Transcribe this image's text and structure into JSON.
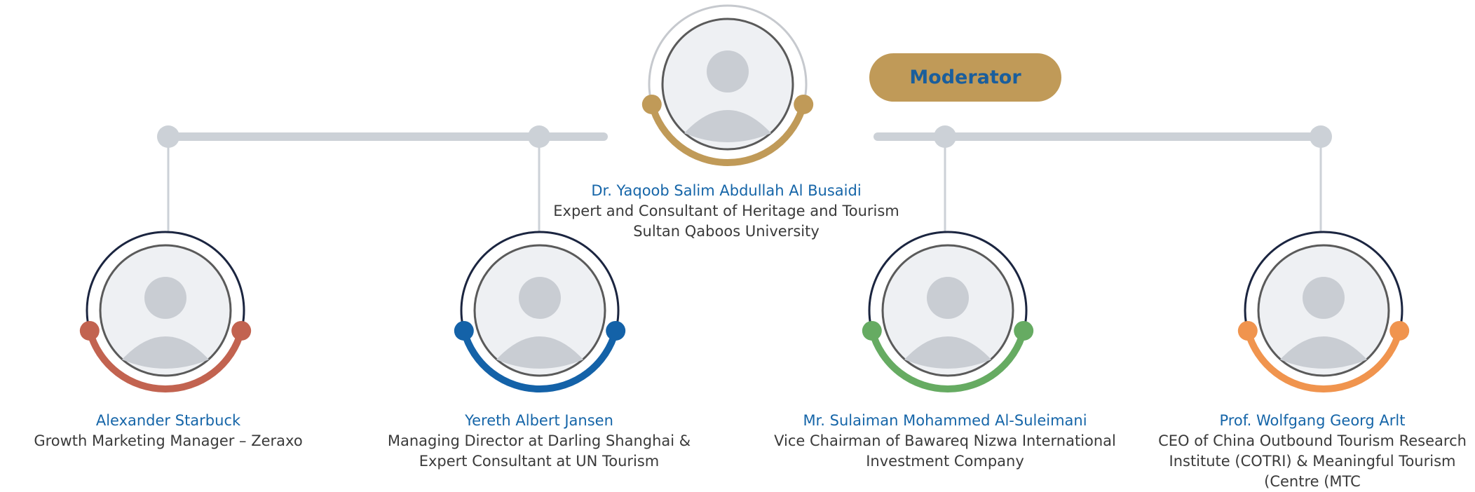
{
  "moderator_label": "Moderator",
  "colors": {
    "connector": "#ccd1d7",
    "ring_outer": "#1b2540",
    "ring_inner": "#5a5a5a",
    "gold": "#c09a58",
    "red": "#c26350",
    "blue": "#1462a8",
    "green": "#66ab62",
    "orange": "#f0944e",
    "name_text": "#1565a8",
    "role_text": "#3a3a3a"
  },
  "moderator": {
    "name": "Dr. Yaqoob Salim Abdullah Al Busaidi",
    "role": "Expert and Consultant of Heritage and Tourism Sultan Qaboos University",
    "accent": "gold",
    "portrait": "man-turban-beard-portrait"
  },
  "panelists": [
    {
      "name": "Alexander Starbuck",
      "role": "Growth Marketing Manager – Zeraxo",
      "accent": "red",
      "portrait": "man-glasses-beard-portrait"
    },
    {
      "name": "Yereth Albert Jansen",
      "role": "Managing Director at Darling Shanghai & Expert Consultant at UN Tourism",
      "accent": "blue",
      "portrait": "man-suit-portrait"
    },
    {
      "name": "Mr. Sulaiman Mohammed Al-Suleimani",
      "role": "Vice Chairman of Bawareq Nizwa International Investment Company",
      "accent": "green",
      "portrait": "man-kuma-cap-portrait"
    },
    {
      "name": "Prof. Wolfgang Georg Arlt",
      "role": "CEO of China Outbound Tourism Research Institute (COTRI) & Meaningful Tourism (Centre (MTC",
      "accent": "orange",
      "portrait": "man-grey-beard-glasses-portrait"
    }
  ]
}
